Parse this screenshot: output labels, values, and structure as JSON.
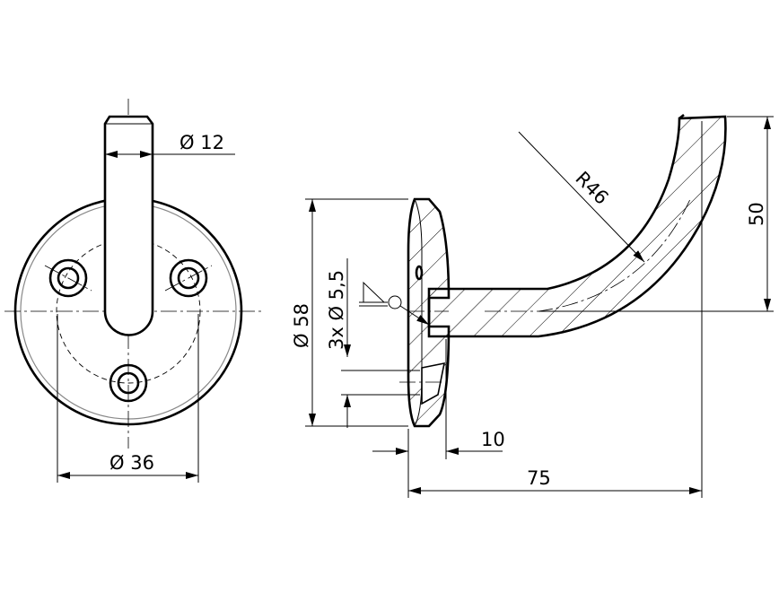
{
  "drawing": {
    "front_view": {
      "stem_diameter_label": "Ø 12",
      "bolt_circle_label": "Ø 36"
    },
    "side_view": {
      "plate_diameter_label": "Ø 58",
      "holes_label": "3x Ø 5,5",
      "radius_label": "R46",
      "height_label": "50",
      "plate_thickness_label": "10",
      "projection_label": "75"
    },
    "colors": {
      "line": "#000000",
      "background": "#ffffff"
    }
  }
}
